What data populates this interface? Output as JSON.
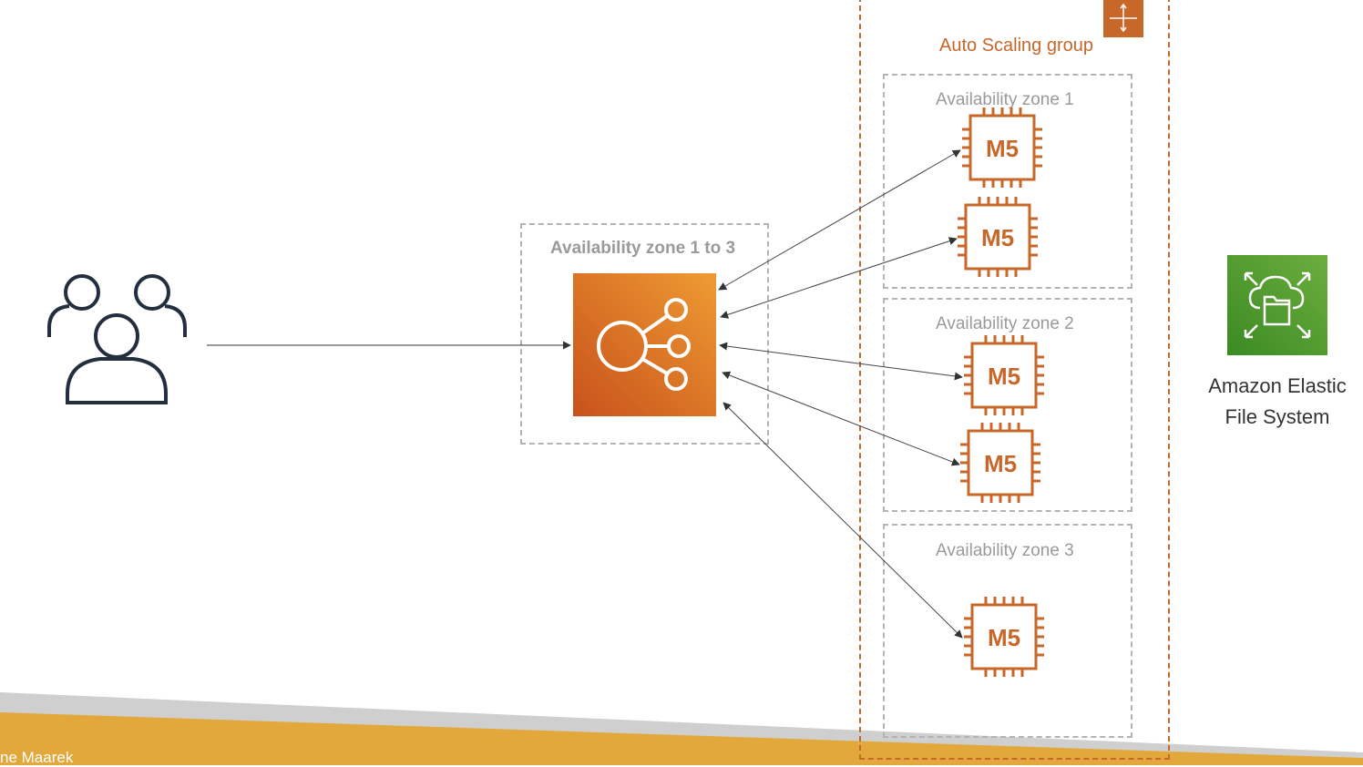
{
  "diagram": {
    "lb_zone_label": "Availability zone 1 to 3",
    "asg_label": "Auto Scaling group",
    "zones": [
      {
        "label": "Availability zone 1"
      },
      {
        "label": "Availability zone 2"
      },
      {
        "label": "Availability zone 3"
      }
    ],
    "instance_label": "M5",
    "efs_label_line1": "Amazon Elastic",
    "efs_label_line2": "File System",
    "footer_author": "ne Maarek",
    "icons": {
      "users": "users-group-icon",
      "load_balancer": "load-balancer-icon",
      "asg": "auto-scaling-icon",
      "instance": "ec2-instance-icon",
      "efs": "efs-icon"
    },
    "colors": {
      "aws_orange": "#c7672a",
      "efs_green": "#3f8624",
      "zone_gray": "#b3b3b3",
      "footer_yellow": "#e3a83b"
    }
  }
}
